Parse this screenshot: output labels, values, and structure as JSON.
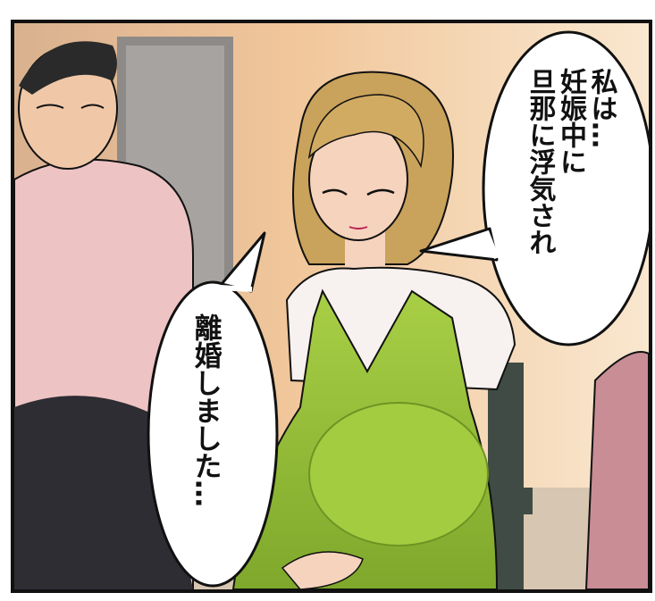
{
  "speech_bubbles": {
    "right": {
      "lines": [
        "私は…",
        "妊娠中に",
        "旦那に浮気され"
      ]
    },
    "left": {
      "lines": [
        "離婚しました…"
      ]
    }
  },
  "colors": {
    "wall_warm": "#f1c79b",
    "wall_light": "#f9e7cf",
    "door_gray": "#8d8a88",
    "dress_green": "#9dc43a",
    "dress_green_dark": "#6f9424",
    "shirt_pink": "#eec3c3",
    "hair_blonde": "#c9a25b",
    "skin": "#f6d3bd",
    "chair_dark": "#3f4b44",
    "outline": "#111111"
  }
}
